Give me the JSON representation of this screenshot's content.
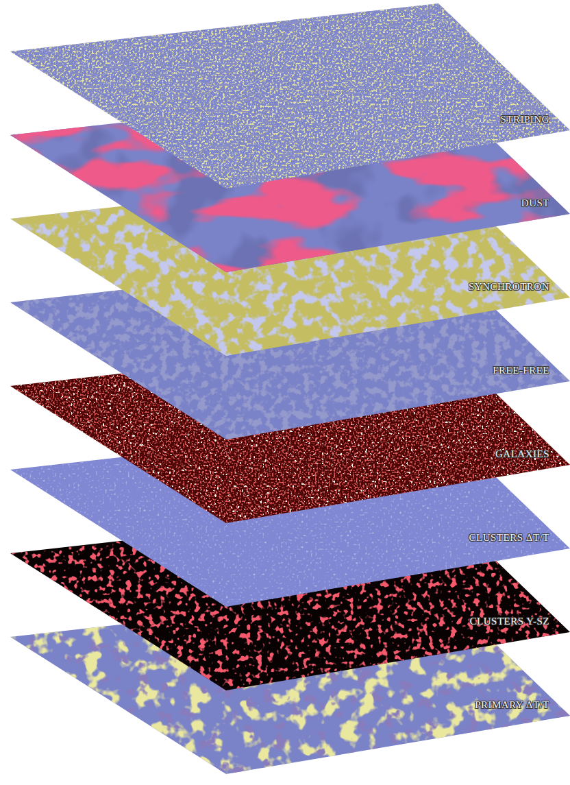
{
  "diagram": {
    "nodes": [
      {
        "text": [
          "STRIPING"
        ]
      },
      {
        "text": [
          "DUST"
        ]
      },
      {
        "text": [
          "SYNCHROTRON"
        ]
      },
      {
        "text": [
          "FREE-FREE"
        ]
      },
      {
        "text": [
          "GALAXIES"
        ]
      },
      {
        "text": [
          "CLUSTERS ΔT/T"
        ]
      },
      {
        "text": [
          "CLUSTERS Y-SZ"
        ]
      },
      {
        "text": [
          "PRIMARY ΔT/T"
        ]
      }
    ]
  }
}
